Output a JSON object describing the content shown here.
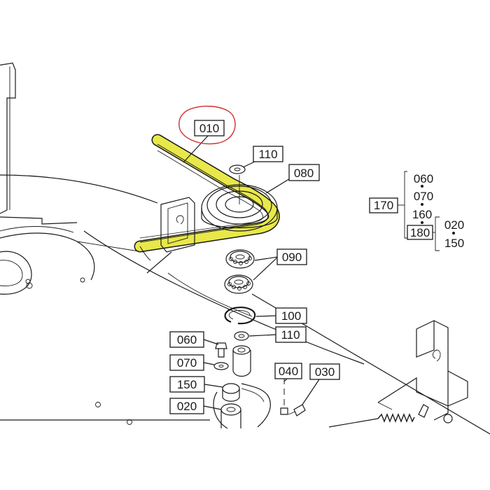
{
  "colors": {
    "highlight_belt": "#e8e84a",
    "annotation_circle": "#d03030",
    "line": "#1a1a1a"
  },
  "labels": {
    "p010": "010",
    "p110_top": "110",
    "p080": "080",
    "p090": "090",
    "p100": "100",
    "p110_mid": "110",
    "p060_left": "060",
    "p070_left": "070",
    "p150_left": "150",
    "p020_left": "020",
    "p040": "040",
    "p030": "030",
    "p060_right": "060",
    "p070_right": "070",
    "p160": "160",
    "p170": "170",
    "p180": "180",
    "p020_right": "020",
    "p150_right": "150"
  }
}
